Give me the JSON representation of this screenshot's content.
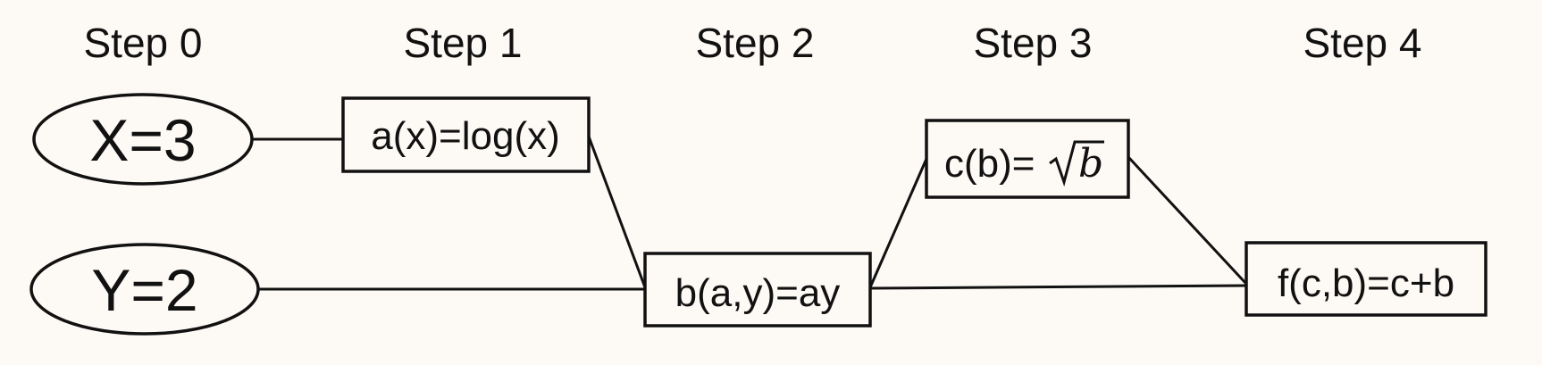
{
  "steps": [
    "Step 0",
    "Step 1",
    "Step 2",
    "Step 3",
    "Step 4"
  ],
  "nodes": {
    "x_input": "X=3",
    "y_input": "Y=2",
    "a_func": "a(x)=log(x)",
    "b_func": "b(a,y)=ay",
    "c_func_prefix": "c(b)=",
    "c_func_radicand": "b",
    "f_func": "f(c,b)=c+b"
  },
  "colors": {
    "background": "#fdf9f4",
    "stroke": "#111111"
  }
}
